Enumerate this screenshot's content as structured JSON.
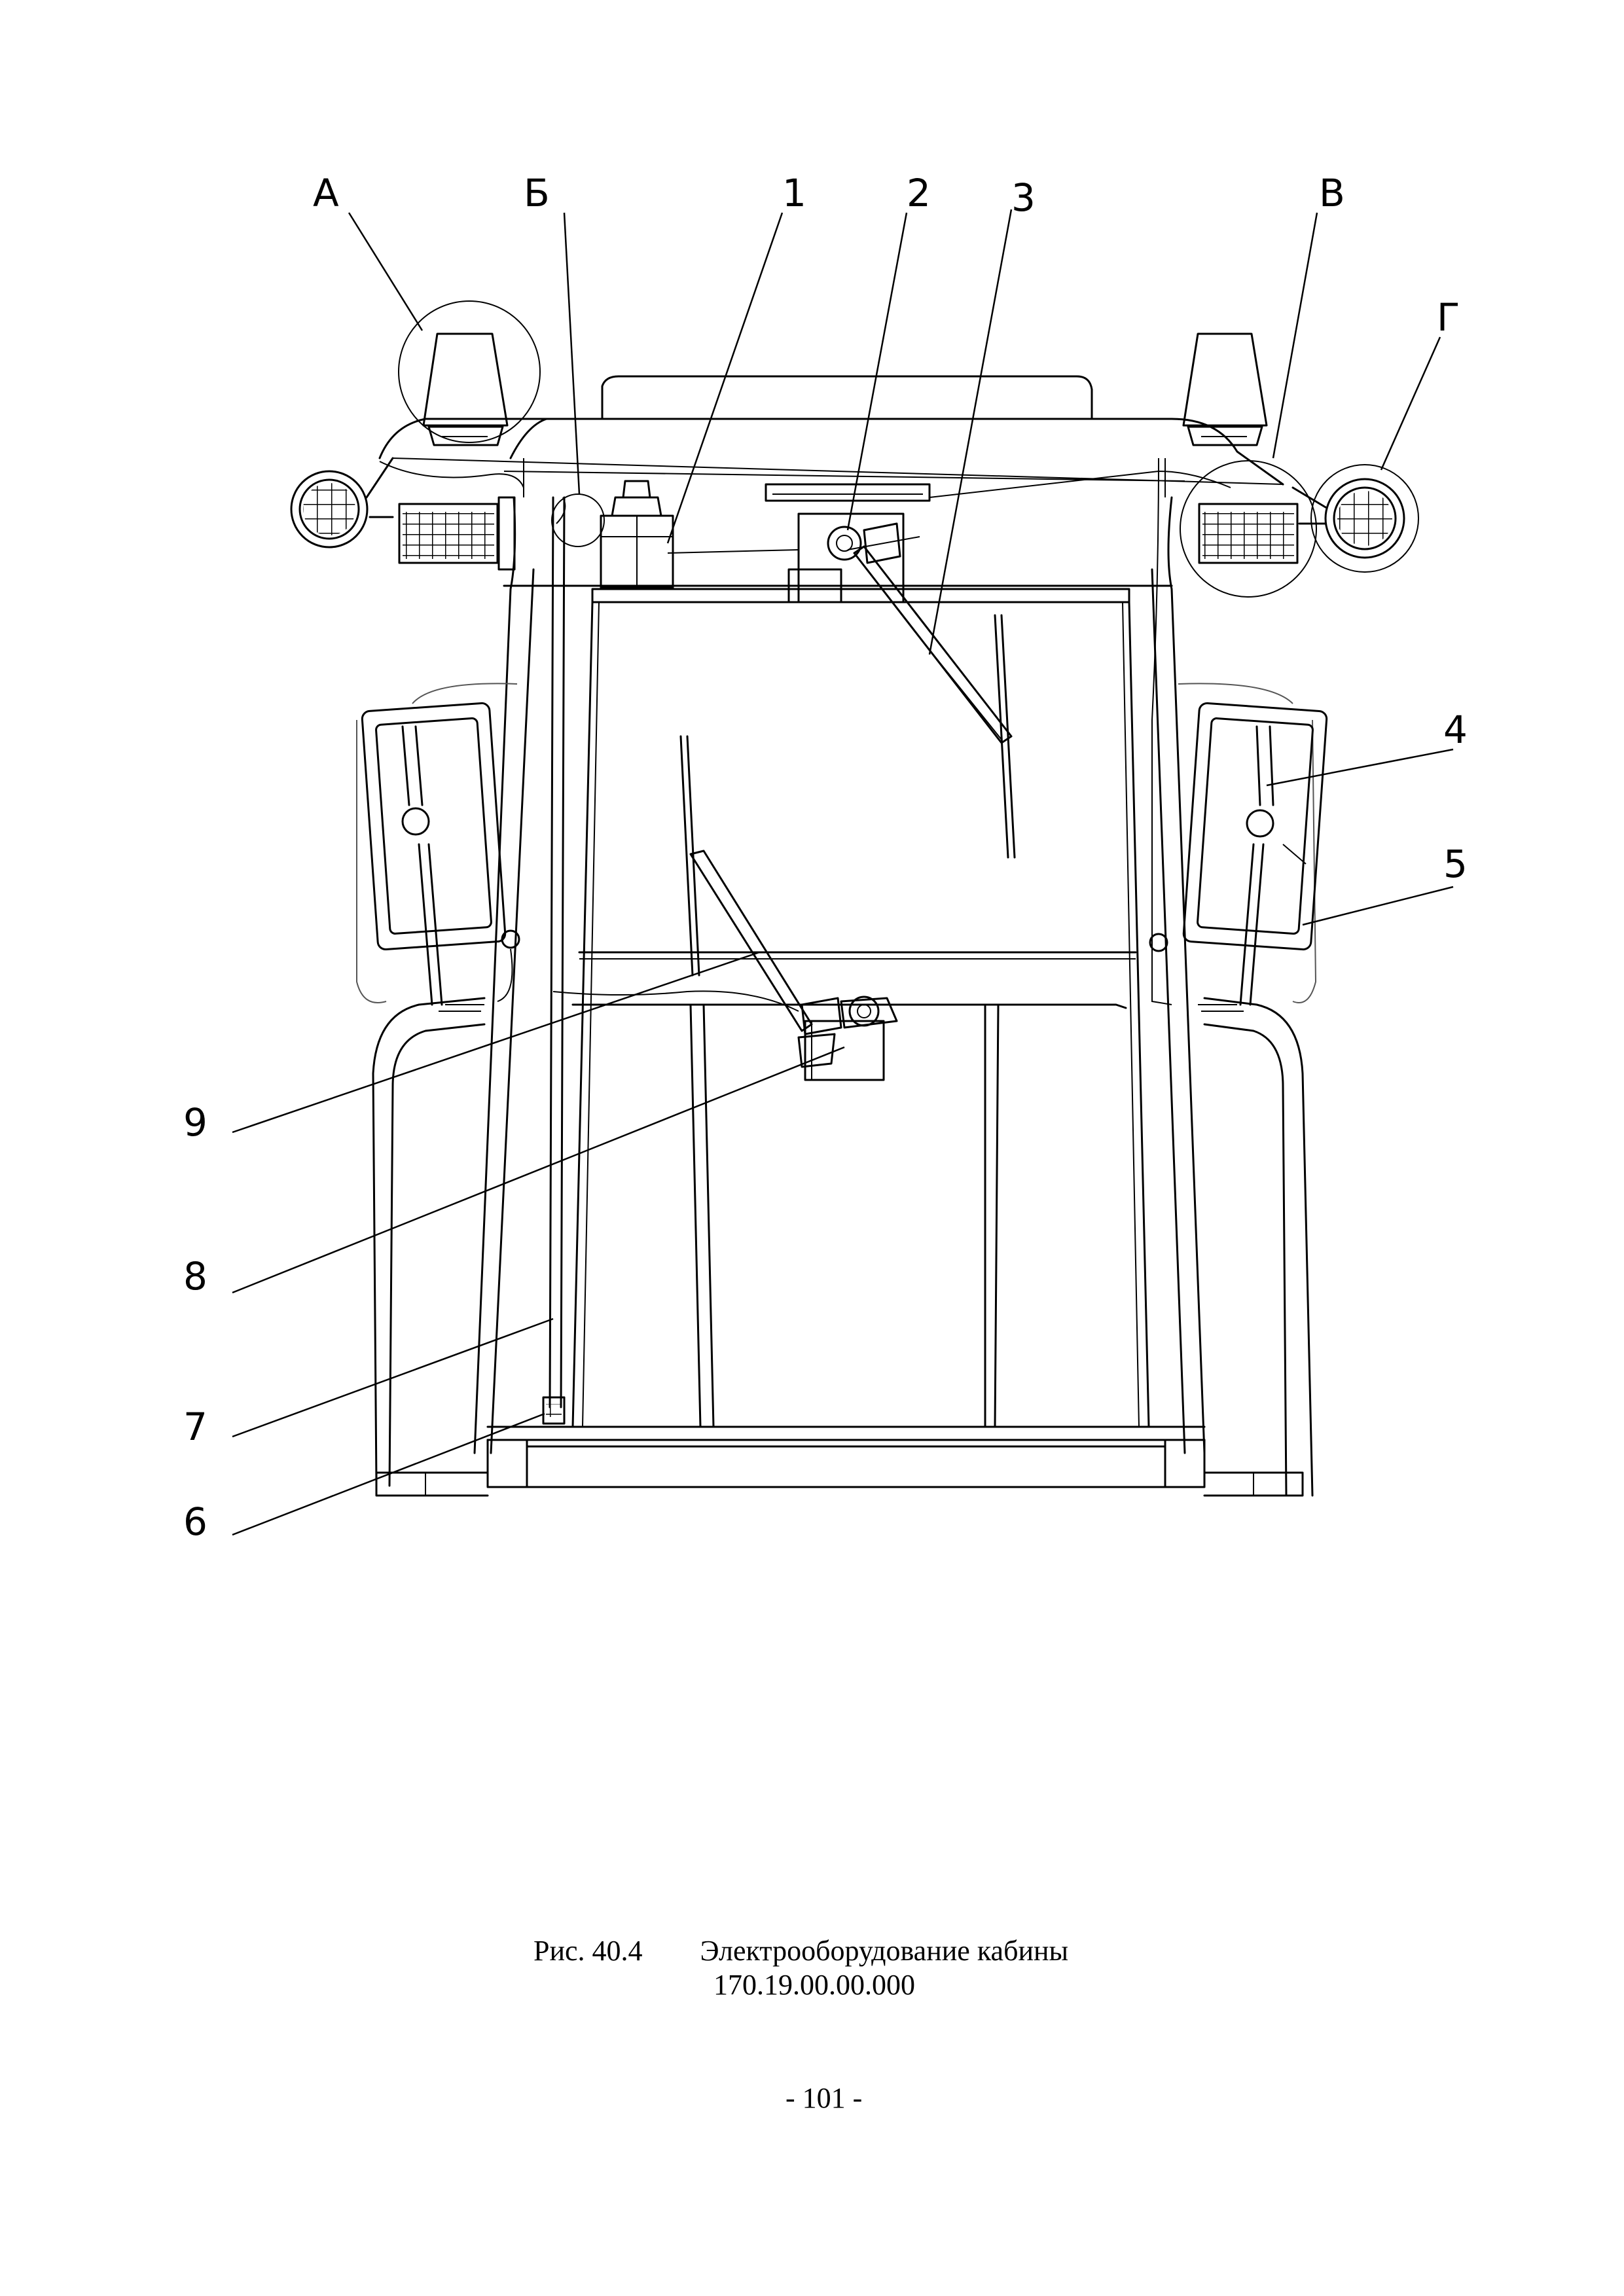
{
  "figure": {
    "caption_label": "Рис. 40.4",
    "caption_title": "Электрооборудование кабины",
    "drawing_code": "170.19.00.00.000",
    "page_number": "- 101 -"
  },
  "callouts": {
    "A": "А",
    "B": "Б",
    "V": "В",
    "G": "Г",
    "n1": "1",
    "n2": "2",
    "n3": "3",
    "n4": "4",
    "n5": "5",
    "n6": "6",
    "n7": "7",
    "n8": "8",
    "n9": "9"
  }
}
